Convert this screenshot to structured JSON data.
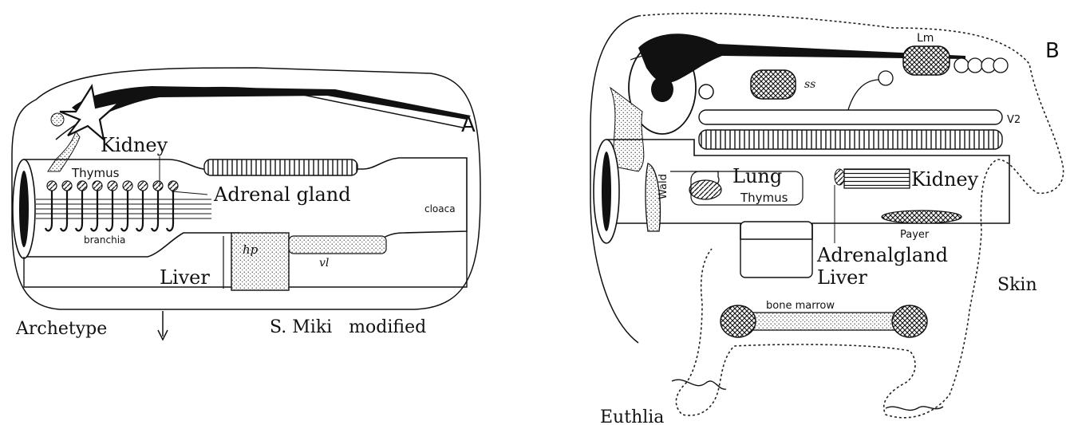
{
  "panel_a": {
    "panel_letter": "A",
    "kidney": "Kidney",
    "thymus": "Thymus",
    "adrenal": "Adrenal gland",
    "cloaca": "cloaca",
    "branchia": "branchia",
    "hp": "hp",
    "vl": "vl",
    "liver": "Liver",
    "archetype": "Archetype",
    "credit": "S. Miki   modified"
  },
  "panel_b": {
    "panel_letter": "B",
    "lm": "Lm",
    "ss": "ss",
    "v2": "V2",
    "lung": "Lung",
    "thymus": "Thymus",
    "wald": "Wald",
    "kidney": "Kidney",
    "payer": "Payer",
    "adrenal": "Adrenalgland",
    "liver": "Liver",
    "skin": "Skin",
    "bone_marrow": "bone marrow",
    "euthlia": "Euthlia"
  }
}
